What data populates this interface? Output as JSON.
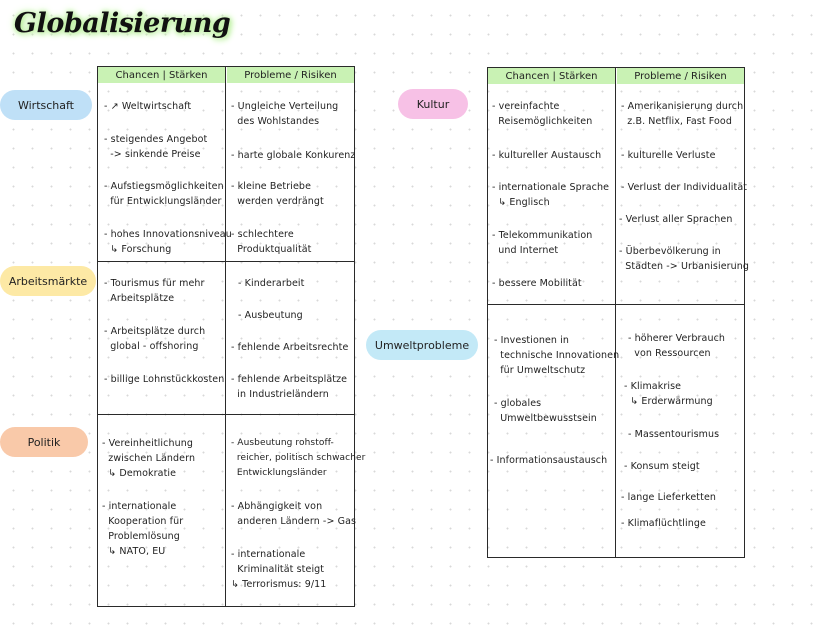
{
  "title": "Globalisierung",
  "colors": {
    "highlight_green": "#c9f2b4",
    "wirtschaft": "#bfe0f7",
    "arbeitsmaerkte": "#fde9a5",
    "politik": "#f9c9a9",
    "kultur": "#f7c1e6",
    "umweltprobleme": "#c3e9f7"
  },
  "left_table": {
    "header_chances": "Chancen | Stärken",
    "header_risks": "Probleme / Risiken",
    "sections": [
      {
        "category": "Wirtschaft",
        "chances": [
          "- ↗ Weltwirtschaft",
          "- steigendes Angebot\n  -> sinkende Preise",
          "- Aufstiegsmöglichkeiten\n  für Entwicklungsländer",
          "- hohes Innovationsniveau\n  ↳ Forschung"
        ],
        "risks": [
          "- Ungleiche Verteilung\n  des Wohlstandes",
          "- harte globale Konkurenz",
          "- kleine Betriebe\n  werden verdrängt",
          "- schlechtere\n  Produktqualität"
        ]
      },
      {
        "category": "Arbeitsmärkte",
        "chances": [
          "- Tourismus für mehr\n  Arbeitsplätze",
          "- Arbeitsplätze durch\n  global - offshoring",
          "- billige Lohnstückkosten"
        ],
        "risks": [
          "- Kinderarbeit",
          "- Ausbeutung",
          "- fehlende Arbeitsrechte",
          "- fehlende Arbeitsplätze\n  in Industrieländern"
        ]
      },
      {
        "category": "Politik",
        "chances": [
          "- Vereinheitlichung\n  zwischen Ländern\n  ↳ Demokratie",
          "- internationale\n  Kooperation für\n  Problemlösung\n  ↳ NATO, EU"
        ],
        "risks": [
          "- Ausbeutung rohstoff-\n  reicher, politisch schwacher\n  Entwicklungsländer",
          "- Abhängigkeit von\n  anderen Ländern -> Gas",
          "- internationale\n  Kriminalität steigt\n↳ Terrorismus: 9/11"
        ]
      }
    ]
  },
  "right_table": {
    "header_chances": "Chancen | Stärken",
    "header_risks": "Probleme / Risiken",
    "sections": [
      {
        "category": "Kultur",
        "chances": [
          "- vereinfachte\n  Reisemöglichkeiten",
          "- kultureller Austausch",
          "- internationale Sprache\n  ↳ Englisch",
          "- Telekommunikation\n  und Internet",
          "- bessere Mobilität"
        ],
        "risks": [
          "- Amerikanisierung durch\n  z.B. Netflix, Fast Food",
          "- kulturelle Verluste",
          "- Verlust der Individualität",
          "- Verlust aller Sprachen",
          "- Überbevölkerung in\n  Städten -> Urbanisierung"
        ]
      },
      {
        "category": "Umweltprobleme",
        "chances": [
          "- Investionen in\n  technische Innovationen\n  für Umweltschutz",
          "- globales\n  Umweltbewusstsein",
          "- Informationsaustausch"
        ],
        "risks": [
          "- höherer Verbrauch\n  von Ressourcen",
          "- Klimakrise\n  ↳ Erderwärmung",
          "- Massentourismus",
          "- Konsum steigt",
          "- lange Lieferketten",
          "- Klimaflüchtlinge"
        ]
      }
    ]
  }
}
